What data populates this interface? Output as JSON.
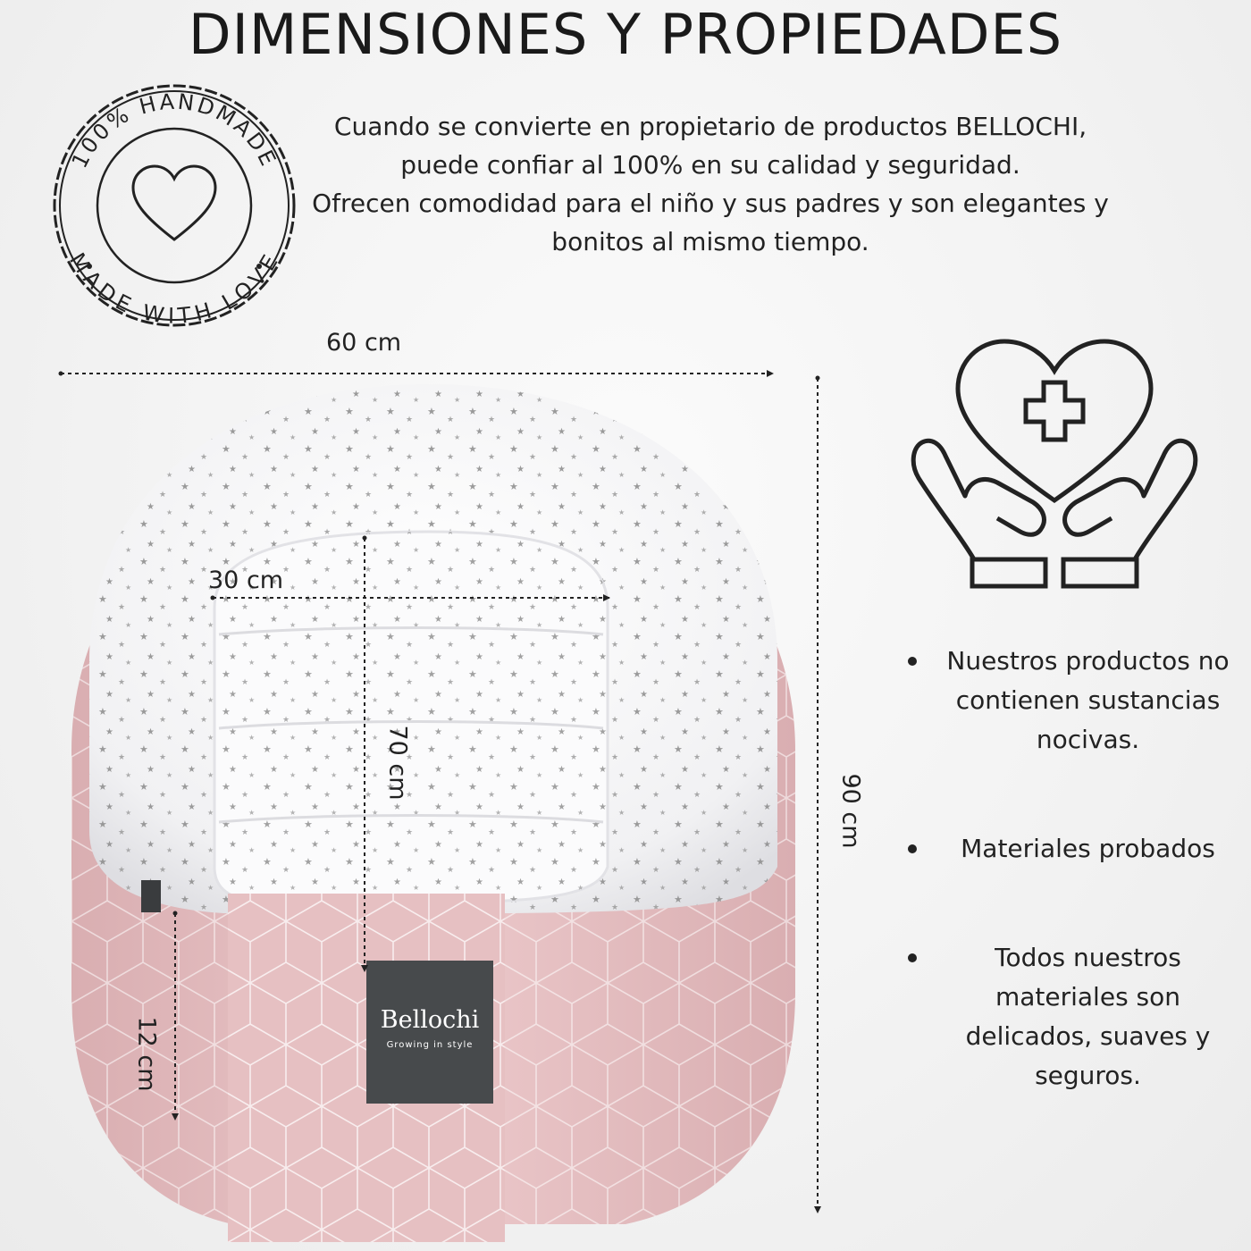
{
  "title": "DIMENSIONES Y PROPIEDADES",
  "intro": [
    "Cuando se convierte en propietario de productos BELLOCHI,",
    "puede confiar al 100% en su calidad y seguridad.",
    "Ofrecen comodidad para el niño y sus padres y son elegantes y",
    "bonitos al mismo tiempo."
  ],
  "badge": {
    "top_text": "100% HANDMADE",
    "bottom_text": "MADE WITH LOVE",
    "icon": "heart-outline-icon"
  },
  "dimensions": {
    "width": "60 cm",
    "inner_width": "30 cm",
    "inner_length": "70 cm",
    "length": "90 cm",
    "height": "12 cm"
  },
  "product_label": {
    "brand": "Bellochi",
    "slogan": "Growing in style"
  },
  "care_icon": "hands-holding-heart-with-cross-icon",
  "bullets": [
    [
      "Nuestros productos no",
      "contienen sustancias",
      "nocivas."
    ],
    [
      "Materiales probados"
    ],
    [
      "Todos nuestros",
      "materiales son",
      "delicados, suaves y",
      "seguros."
    ]
  ],
  "colors": {
    "text": "#1c1c1c",
    "nest_white": "#f7f7f9",
    "nest_pink": "#e8c4c6",
    "label_gray": "#4a4d4f"
  }
}
